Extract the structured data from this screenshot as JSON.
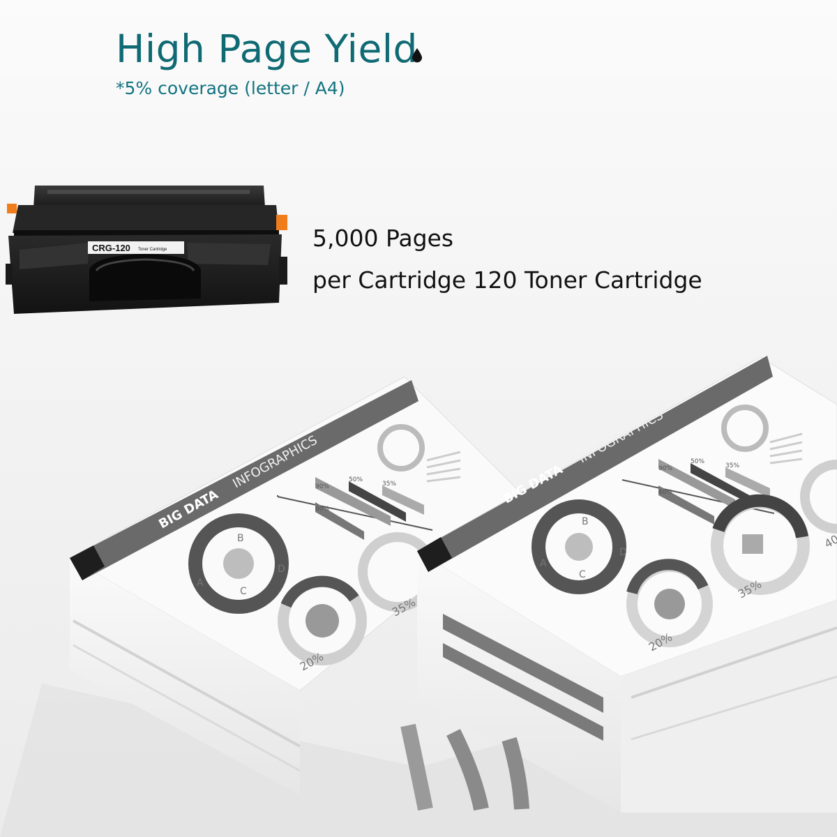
{
  "heading": {
    "title": "High Page Yield",
    "coverage_note": "*5% coverage (letter / A4)"
  },
  "yield": {
    "pages": "5,000 Pages",
    "per_cartridge": "per Cartridge 120 Toner Cartridge"
  },
  "cartridge": {
    "model_label": "CRG-120",
    "type_label": "Toner Cartridge",
    "accent_color": "#f07d1c"
  },
  "paper_stacks": [
    {
      "banner_bold": "BIG DATA",
      "banner_light": "INFOGRAPHICS",
      "donut_letters": [
        "A",
        "B",
        "C",
        "D"
      ],
      "bar_labels": [
        "90%",
        "60%",
        "50%",
        "35%"
      ],
      "gauge_labels": [
        "20%",
        "35%"
      ]
    },
    {
      "banner_bold": "BIG DATA",
      "banner_light": "INFOGRAPHICS",
      "donut_letters": [
        "A",
        "B",
        "C",
        "D"
      ],
      "bar_labels": [
        "90%",
        "40%",
        "50%",
        "35%"
      ],
      "gauge_labels": [
        "20%",
        "35%",
        "40"
      ]
    }
  ],
  "colors": {
    "heading": "#0f6a74",
    "body_text": "#111111",
    "paper_dark": "#5a5a5a"
  }
}
